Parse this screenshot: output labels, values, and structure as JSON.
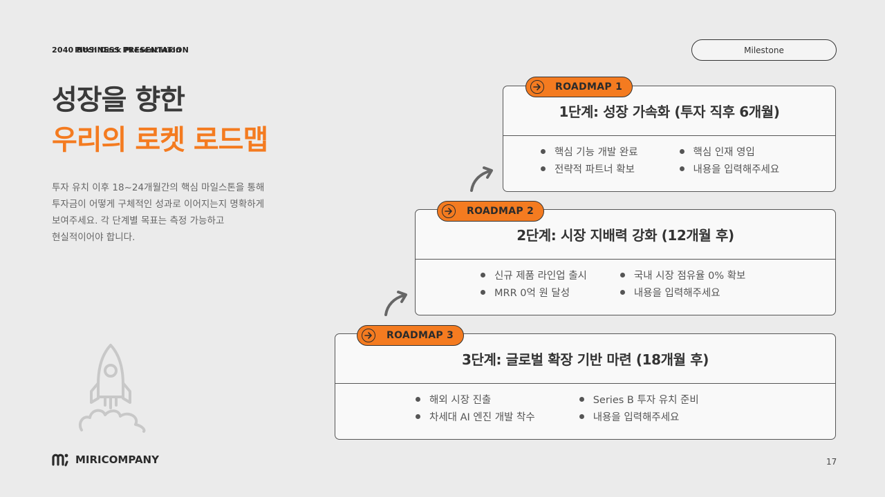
{
  "header": {
    "overline_a": "2040 BUSINESS PRESENTATION",
    "overline_b": "Pitch Deck Presentation",
    "pill_label": "Milestone"
  },
  "title": {
    "line1": "성장을 향한",
    "line2": "우리의 로켓 로드맵"
  },
  "description": [
    "투자 유치 이후 18~24개월간의 핵심 마일스톤을 통해",
    "투자금이 어떻게 구체적인 성과로 이어지는지 명확하게",
    "보여주세요. 각 단계별 목표는 측정 가능하고",
    "현실적이어야 합니다."
  ],
  "roadmaps": [
    {
      "tag": "ROADMAP 1",
      "title": "1단계: 성장 가속화 (투자 직후 6개월)",
      "bullets": [
        "핵심 기능 개발 완료",
        "핵심 인재 영입",
        "전략적 파트너 확보",
        "내용을 입력해주세요"
      ]
    },
    {
      "tag": "ROADMAP 2",
      "title": "2단계: 시장 지배력 강화 (12개월 후)",
      "bullets": [
        "신규 제품 라인업 출시",
        "국내 시장 점유율 0% 확보",
        "MRR 0억 원 달성",
        "내용을 입력해주세요"
      ]
    },
    {
      "tag": "ROADMAP 3",
      "title": "3단계: 글로벌 확장 기반 마련 (18개월 후)",
      "bullets": [
        "해외 시장 진출",
        "Series B 투자 유치 준비",
        "차세대 AI 엔진 개발 착수",
        "내용을 입력해주세요"
      ]
    }
  ],
  "footer": {
    "brand": "MIRICOMPANY",
    "page_number": "17"
  },
  "colors": {
    "accent": "#f47b20",
    "background": "#ebebeb",
    "text": "#333333"
  },
  "icons": [
    "arrow-circle-right-icon",
    "curved-arrow-icon",
    "rocket-icon",
    "brand-logo-icon"
  ]
}
